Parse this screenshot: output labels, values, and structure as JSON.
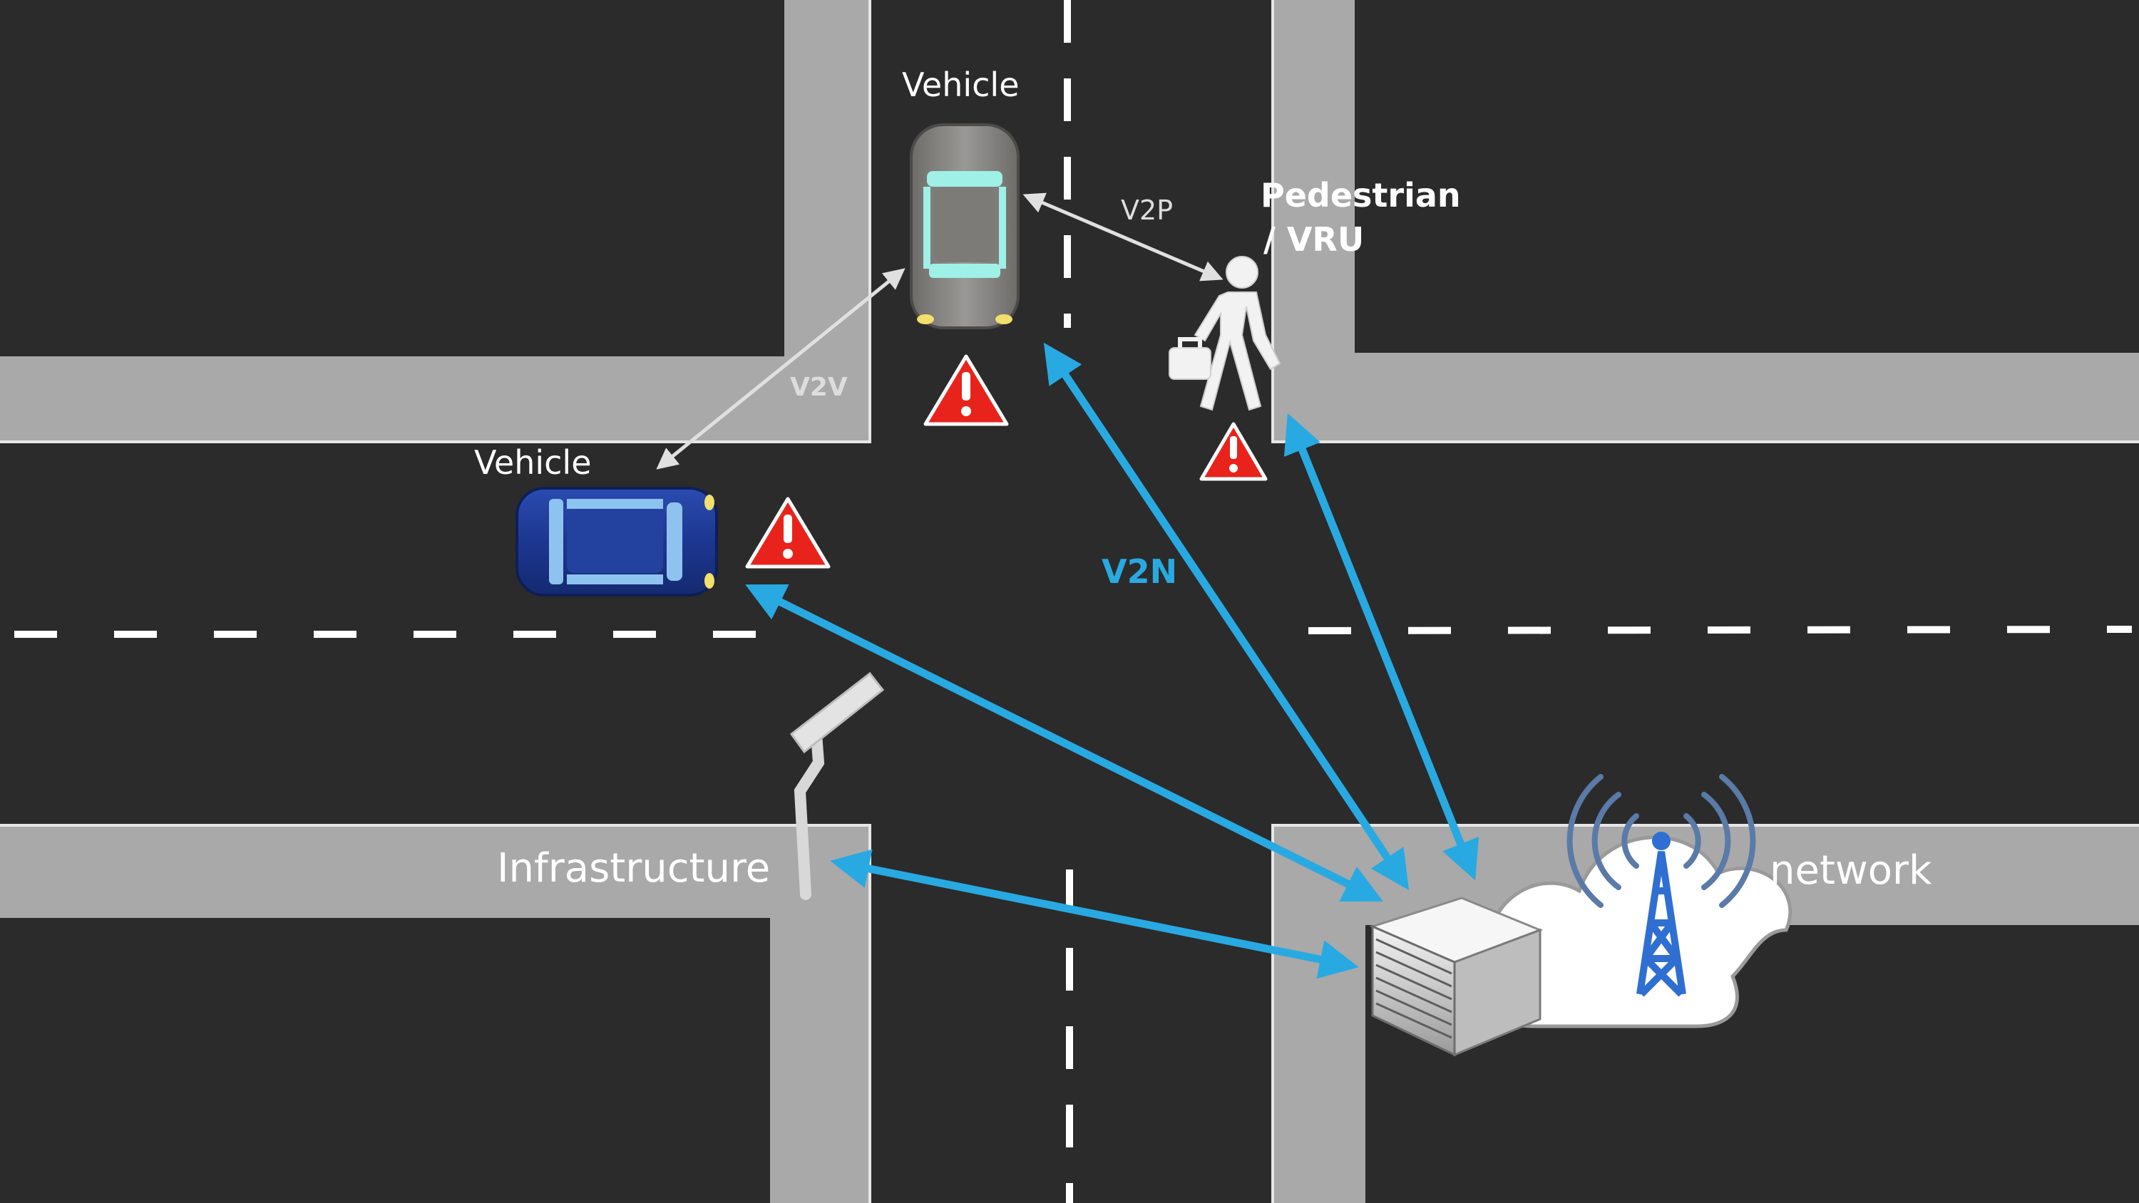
{
  "labels": {
    "vehicle_top": "Vehicle",
    "vehicle_left": "Vehicle",
    "pedestrian_line1": "Pedestrian",
    "pedestrian_line2": "/ VRU",
    "infrastructure": "Infrastructure",
    "network": "network",
    "v2v": "V2V",
    "v2p": "V2P",
    "v2n": "V2N"
  },
  "colors": {
    "road": "#2b2b2b",
    "sidewalk": "#a9a9a9",
    "lane_marking": "#ffffff",
    "v2n_arrow": "#29a9e1",
    "v2x_arrow": "#e0e0e0",
    "warning": "#e8231c",
    "car_gray": "#8c8a87",
    "car_blue": "#1f3a93",
    "tower": "#2f6fd1"
  },
  "icons": {
    "warning": "warning-triangle-icon",
    "pedestrian": "pedestrian-icon",
    "street_light": "street-light-icon",
    "server": "server-icon",
    "cloud": "cloud-icon",
    "tower": "cell-tower-icon"
  }
}
